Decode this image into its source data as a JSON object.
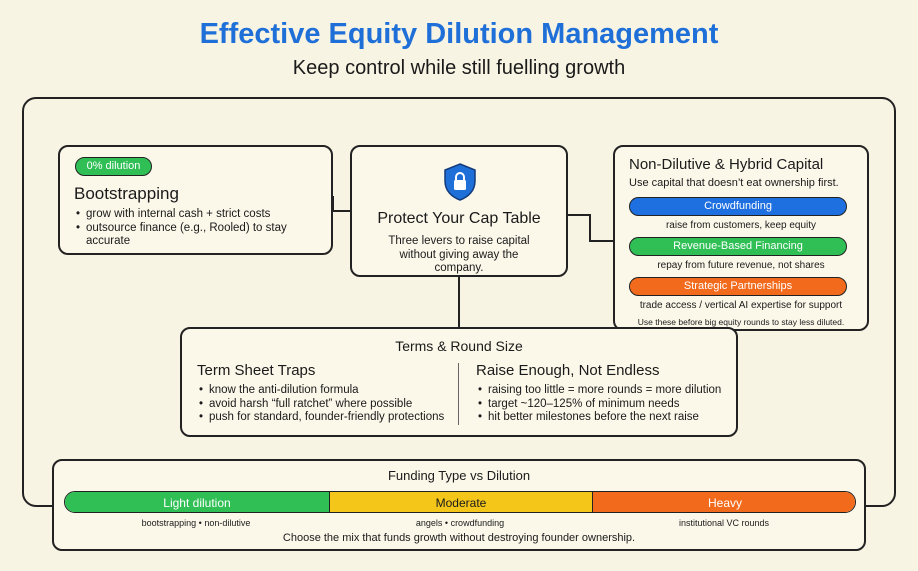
{
  "header": {
    "title": "Effective Equity Dilution Management",
    "subtitle": "Keep control while still fuelling growth"
  },
  "bootstrapping": {
    "badge": "0% dilution",
    "title": "Bootstrapping",
    "bullets": [
      "grow with internal cash + strict costs",
      "outsource finance (e.g., Rooled) to stay accurate"
    ]
  },
  "center": {
    "icon": "shield-lock-icon",
    "title": "Protect Your Cap Table",
    "body": "Three levers to raise capital without giving away the company."
  },
  "non_dilutive": {
    "title": "Non-Dilutive & Hybrid Capital",
    "subtitle": "Use capital that doesn’t eat ownership first.",
    "options": [
      {
        "label": "Crowdfunding",
        "desc": "raise from customers, keep equity",
        "color": "#1e6fe0"
      },
      {
        "label": "Revenue-Based Financing",
        "desc": "repay from future revenue, not shares",
        "color": "#2fbf55"
      },
      {
        "label": "Strategic Partnerships",
        "desc": "trade access / vertical AI expertise for support",
        "color": "#f26a1b"
      }
    ],
    "note": "Use these before big equity rounds to stay less diluted."
  },
  "terms": {
    "title": "Terms & Round Size",
    "left": {
      "title": "Term Sheet Traps",
      "bullets": [
        "know the anti-dilution formula",
        "avoid harsh “full ratchet” where possible",
        "push for standard, founder-friendly protections"
      ]
    },
    "right": {
      "title": "Raise Enough, Not Endless",
      "bullets": [
        "raising too little = more rounds = more dilution",
        "target ~120–125% of minimum needs",
        "hit better milestones before the next raise"
      ]
    }
  },
  "funding": {
    "title": "Funding Type vs Dilution",
    "segments": [
      {
        "label": "Light dilution",
        "caption": "bootstrapping • non-dilutive",
        "color": "#2fbf55"
      },
      {
        "label": "Moderate",
        "caption": "angels • crowdfunding",
        "color": "#f4c61a"
      },
      {
        "label": "Heavy",
        "caption": "institutional VC rounds",
        "color": "#f26a1b"
      }
    ],
    "footer": "Choose the mix that funds growth without destroying founder ownership."
  }
}
